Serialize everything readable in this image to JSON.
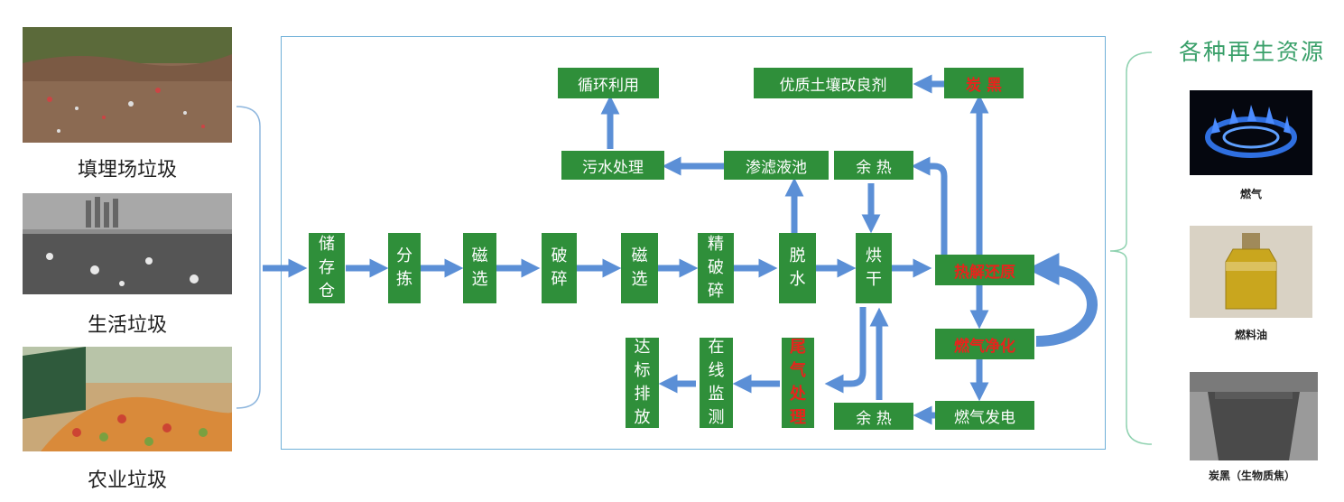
{
  "sources": [
    {
      "label": "填埋场垃圾",
      "image": "landfill-photo"
    },
    {
      "label": "生活垃圾",
      "image": "household-waste-photo"
    },
    {
      "label": "农业垃圾",
      "image": "agricultural-waste-photo"
    }
  ],
  "process": {
    "main": [
      "储存仓",
      "分拣",
      "磁选",
      "破碎",
      "磁选",
      "精破碎",
      "脱水",
      "烘干"
    ],
    "pyrolysis": "热解还原",
    "gas_purify": "燃气净化",
    "gas_power": "燃气发电",
    "waste_heat_bottom": "余 热",
    "waste_heat_top": "余 热",
    "leachate": "渗滤液池",
    "sewage": "污水处理",
    "recycle": "循环利用",
    "carbon_black": "炭 黑",
    "soil": "优质土壤改良剂",
    "tail_gas": "尾气处理",
    "monitor": "在线监测",
    "discharge": "达标排放"
  },
  "resources": {
    "title": "各种再生资源",
    "items": [
      {
        "label": "燃气",
        "image": "gas-flame-photo"
      },
      {
        "label": "燃料油",
        "image": "fuel-oil-photo"
      },
      {
        "label": "炭黑（生物质焦）",
        "image": "biochar-photo"
      }
    ]
  },
  "colors": {
    "box": "#2f8f3a",
    "arrow": "#5b8fd6",
    "frame": "#6fb0d8",
    "title": "#3aa06a",
    "highlight": "#e8231c"
  }
}
